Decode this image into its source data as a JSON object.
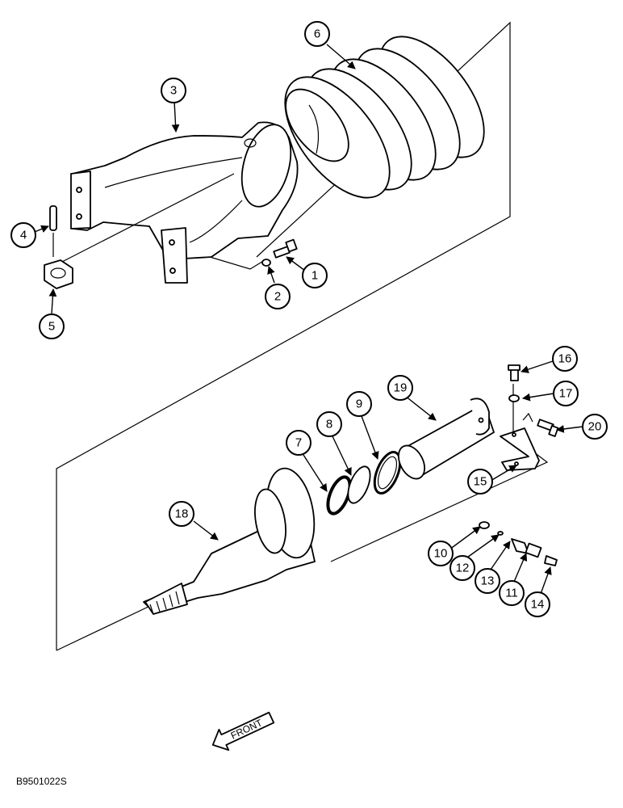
{
  "drawing_id": "B9501022S",
  "front_label": "FRONT",
  "callouts": [
    {
      "num": "1"
    },
    {
      "num": "2"
    },
    {
      "num": "3"
    },
    {
      "num": "4"
    },
    {
      "num": "5"
    },
    {
      "num": "6"
    },
    {
      "num": "7"
    },
    {
      "num": "8"
    },
    {
      "num": "9"
    },
    {
      "num": "10"
    },
    {
      "num": "11"
    },
    {
      "num": "12"
    },
    {
      "num": "13"
    },
    {
      "num": "14"
    },
    {
      "num": "15"
    },
    {
      "num": "16"
    },
    {
      "num": "17"
    },
    {
      "num": "18"
    },
    {
      "num": "19"
    },
    {
      "num": "20"
    }
  ]
}
